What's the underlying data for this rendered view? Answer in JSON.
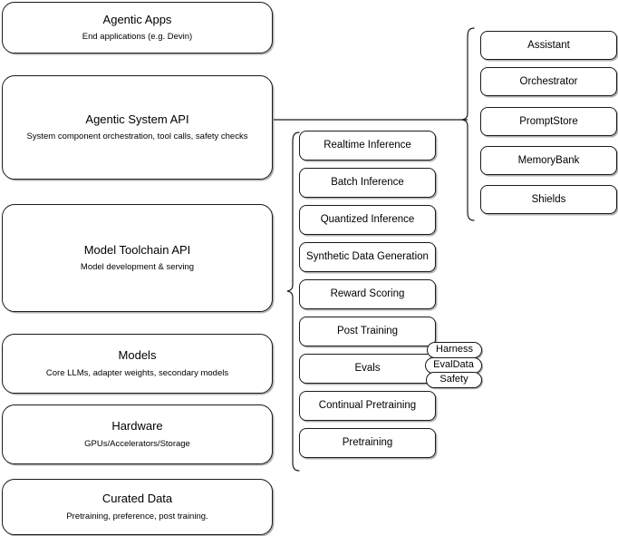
{
  "diagram": {
    "title": "Agentic stack layers",
    "stroke_color": "#1a1a1a",
    "background_color": "#ffffff"
  },
  "layers": [
    {
      "name": "agentic-apps",
      "title": "Agentic Apps",
      "subtitle": "End applications (e.g. Devin)"
    },
    {
      "name": "agentic-system-api",
      "title": "Agentic System API",
      "subtitle": "System component orchestration, tool calls, safety checks"
    },
    {
      "name": "model-toolchain-api",
      "title": "Model Toolchain API",
      "subtitle": "Model development & serving"
    },
    {
      "name": "models",
      "title": "Models",
      "subtitle": "Core LLMs, adapter weights, secondary models"
    },
    {
      "name": "hardware",
      "title": "Hardware",
      "subtitle": "GPUs/Accelerators/Storage"
    },
    {
      "name": "curated-data",
      "title": "Curated Data",
      "subtitle": "Pretraining, preference, post training."
    }
  ],
  "toolchain_capabilities": [
    {
      "name": "realtime-inference",
      "label": "Realtime Inference"
    },
    {
      "name": "batch-inference",
      "label": "Batch Inference"
    },
    {
      "name": "quantized-inference",
      "label": "Quantized Inference"
    },
    {
      "name": "synthetic-data-generation",
      "label": "Synthetic Data Generation"
    },
    {
      "name": "reward-scoring",
      "label": "Reward Scoring"
    },
    {
      "name": "post-training",
      "label": "Post Training"
    },
    {
      "name": "evals",
      "label": "Evals"
    },
    {
      "name": "continual-pretraining",
      "label": "Continual Pretraining"
    },
    {
      "name": "pretraining",
      "label": "Pretraining"
    }
  ],
  "evals_pills": [
    {
      "name": "harness",
      "label": "Harness"
    },
    {
      "name": "evaldata",
      "label": "EvalData"
    },
    {
      "name": "safety",
      "label": "Safety"
    }
  ],
  "system_components": [
    {
      "name": "assistant",
      "label": "Assistant"
    },
    {
      "name": "orchestrator",
      "label": "Orchestrator"
    },
    {
      "name": "promptstore",
      "label": "PromptStore"
    },
    {
      "name": "memorybank",
      "label": "MemoryBank"
    },
    {
      "name": "shields",
      "label": "Shields"
    }
  ]
}
